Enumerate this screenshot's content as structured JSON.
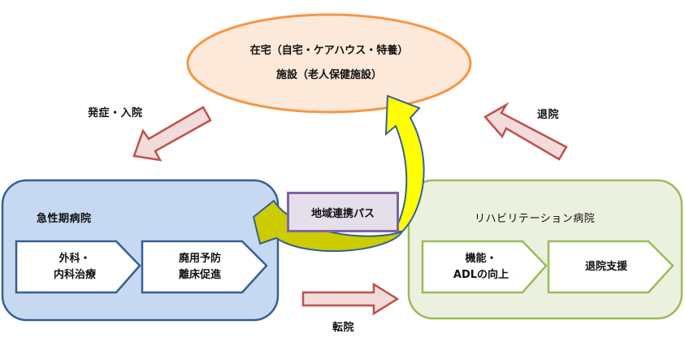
{
  "home": {
    "line1": "在宅（自宅・ケアハウス・特養）",
    "line2": "施設（老人保健施設）",
    "fill": "#fde9d9",
    "stroke": "#f79646"
  },
  "acute_hospital": {
    "title": "急性期病院",
    "fill": "#c6d9f1",
    "stroke": "#376092",
    "steps": [
      {
        "line1": "外科・",
        "line2": "内科治療"
      },
      {
        "line1": "廃用予防",
        "line2": "離床促進"
      }
    ]
  },
  "rehab_hospital": {
    "title": "リハビリテーション病院",
    "fill": "#ebf1de",
    "stroke": "#9bbb59",
    "steps": [
      {
        "line1": "機能・",
        "line2": "ADLの向上"
      },
      {
        "line1": "退院支援",
        "line2": ""
      }
    ]
  },
  "regional_pass": {
    "label": "地域連携パス",
    "fill": "#e5dfec",
    "stroke": "#8064a2",
    "arrow_colors": [
      "#ffff00",
      "#cccc00"
    ]
  },
  "flows": {
    "onset_admission": "発症・入院",
    "transfer": "転院",
    "discharge": "退院",
    "arrow_fill": "#f2dcdb",
    "arrow_stroke": "#c0504d"
  }
}
